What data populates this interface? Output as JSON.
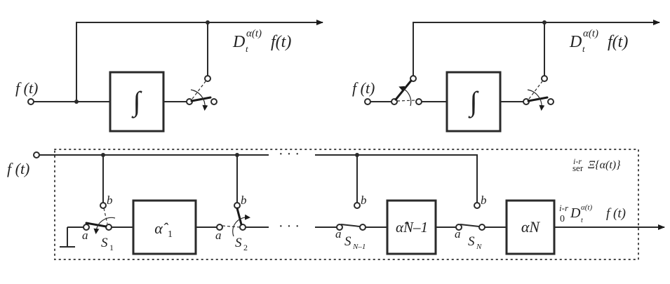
{
  "diagram": {
    "top_left": {
      "input_label": "f (t)",
      "block_label": "∫",
      "output_label": {
        "main": "D",
        "sub": "t",
        "sup": "α(t)",
        "tail": "f(t)"
      }
    },
    "top_right": {
      "input_label": "f (t)",
      "block_label": "∫",
      "output_label": {
        "main": "D",
        "sub": "t",
        "sup": "α(t)",
        "tail": "f(t)"
      }
    },
    "bottom": {
      "input_label": "f (t)",
      "frame_label": {
        "pre_sup": "i-r",
        "pre_sub": "ser",
        "main": "Ξ{α(t)}"
      },
      "ellipsis": "· · ·",
      "blocks": [
        {
          "label": "α̂",
          "sub": "1"
        },
        {
          "label": "α̂N–1",
          "sub": ""
        },
        {
          "label": "αN",
          "sub": ""
        }
      ],
      "switches": [
        {
          "name": "S",
          "sub": "1",
          "a": "a",
          "b": "b"
        },
        {
          "name": "S",
          "sub": "2",
          "a": "a",
          "b": "b"
        },
        {
          "name": "S",
          "sub": "N–1",
          "a": "a",
          "b": "b"
        },
        {
          "name": "S",
          "sub": "N",
          "a": "a",
          "b": "b"
        }
      ],
      "output_label": {
        "pre_sup": "i-r",
        "pre_sub": "0",
        "main": "D",
        "sub": "t",
        "sup": "α(t)",
        "tail": "f (t)"
      }
    }
  }
}
